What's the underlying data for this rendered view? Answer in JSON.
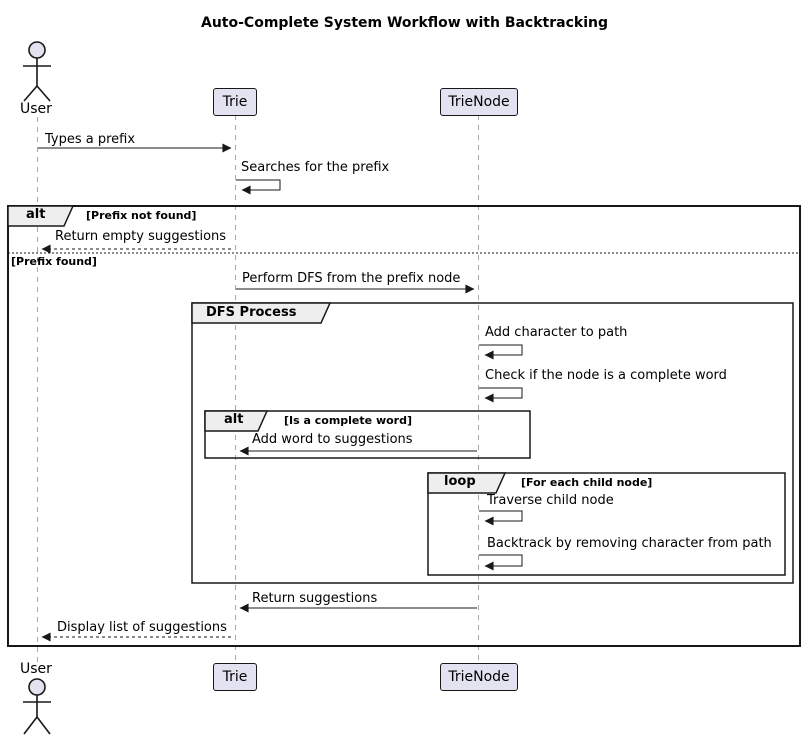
{
  "title": "Auto-Complete System Workflow with Backtracking",
  "participants": {
    "user": "User",
    "trie": "Trie",
    "trienode": "TrieNode"
  },
  "frames": {
    "alt_outer": {
      "keyword": "alt",
      "condition1": "[Prefix not found]",
      "condition2": "[Prefix found]"
    },
    "group_dfs": {
      "keyword": "DFS Process"
    },
    "alt_inner": {
      "keyword": "alt",
      "condition": "[Is a complete word]"
    },
    "loop": {
      "keyword": "loop",
      "condition": "[For each child node]"
    }
  },
  "messages": [
    "Types a prefix",
    "Searches for the prefix",
    "Return empty suggestions",
    "Perform DFS from the prefix node",
    "Add character to path",
    "Check if the node is a complete word",
    "Add word to suggestions",
    "Traverse child node",
    "Backtrack by removing character from path",
    "Return suggestions",
    "Display list of suggestions"
  ],
  "colors": {
    "participant_fill": "#E2E2F0",
    "participant_border": "#181818",
    "frame_label_fill": "#EEEEEE",
    "line": "#181818",
    "lifeline": "#A8A8A8",
    "background": "#FFFFFF"
  }
}
